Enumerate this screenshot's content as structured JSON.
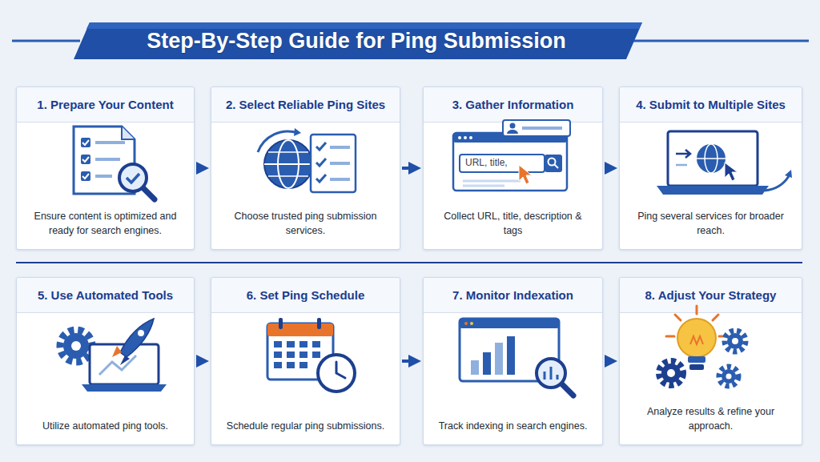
{
  "diagram": {
    "title": "Step-By-Step Guide for Ping Submission",
    "nodes": [
      {
        "text": [
          "1. Prepare Your Content",
          "Ensure content is optimized and ready for search engines."
        ]
      },
      {
        "text": [
          "2. Select Reliable Ping Sites",
          "Choose trusted ping submission services."
        ]
      },
      {
        "text": [
          "3. Gather Information",
          "Collect URL, title, description & tags"
        ]
      },
      {
        "text": [
          "4. Submit to Multiple Sites",
          "Ping several services for broader reach."
        ]
      },
      {
        "text": [
          "5. Use Automated Tools",
          "Utilize automated ping tools."
        ]
      },
      {
        "text": [
          "6. Set Ping Schedule",
          "Schedule regular ping submissions."
        ]
      },
      {
        "text": [
          "7. Monitor Indexation",
          "Track indexing in search engines."
        ]
      },
      {
        "text": [
          "8. Adjust Your Strategy",
          "Analyze results & refine your approach."
        ]
      }
    ],
    "edges": [
      {
        "from": 0,
        "to": 1,
        "arrow": "to"
      },
      {
        "from": 1,
        "to": 2,
        "arrow": "to"
      },
      {
        "from": 2,
        "to": 3,
        "arrow": "to"
      },
      {
        "from": 4,
        "to": 5,
        "arrow": "to"
      },
      {
        "from": 5,
        "to": 6,
        "arrow": "to"
      },
      {
        "from": 6,
        "to": 7,
        "arrow": "to"
      }
    ],
    "labels": [
      "URL, title,"
    ]
  }
}
